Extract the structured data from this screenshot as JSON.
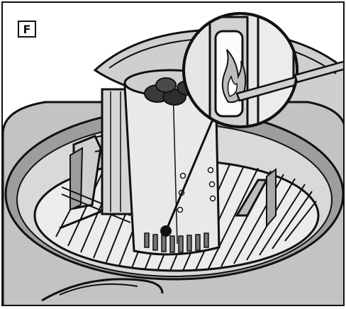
{
  "figure": {
    "step_label": "F",
    "depicts": [
      "grill-kettle",
      "cooking-grate",
      "charcoal-chimney-starter",
      "charcoal-briquettes",
      "lighting-stick",
      "flame"
    ],
    "palette": {
      "line": "#111111",
      "shade_light": "#d8d8d8",
      "shade_mid": "#b9b9b9",
      "shade_dark": "#8e8e8e",
      "charcoal": "#3a3a3a"
    }
  }
}
